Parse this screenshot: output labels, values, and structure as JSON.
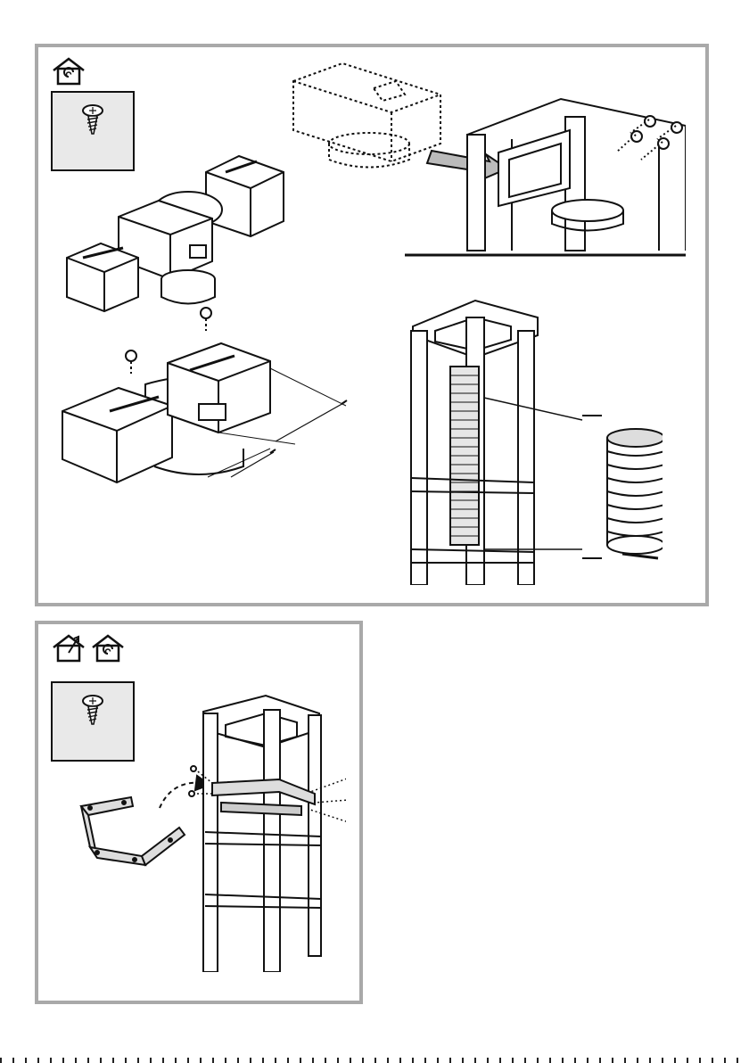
{
  "pages": [
    {
      "panel": "top",
      "mode_icons": [
        "recirculation-icon"
      ],
      "screw_icon": "screw-icon",
      "illustrations": [
        "duct-adapter-assembly",
        "filter-box-into-frame",
        "flexible-hose-in-frame"
      ]
    },
    {
      "panel": "bottom",
      "mode_icons": [
        "extraction-icon",
        "recirculation-icon"
      ],
      "screw_icon": "screw-icon",
      "illustrations": [
        "bracket-part",
        "bracket-mounted-on-frame"
      ]
    }
  ],
  "colors": {
    "panel_border": "#a9a9a9",
    "screw_box_fill": "#e9e9e9",
    "line": "#111111"
  }
}
